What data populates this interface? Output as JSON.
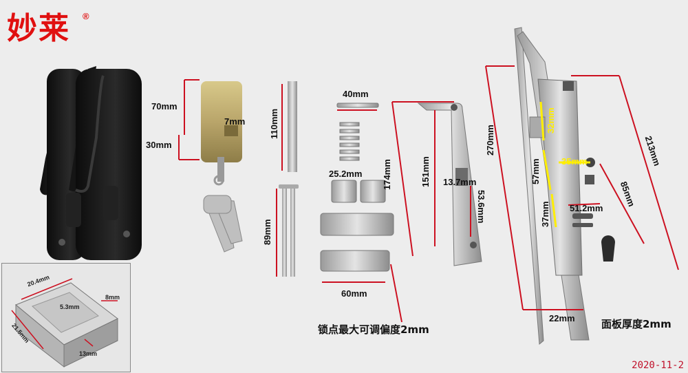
{
  "brand": {
    "name": "妙莱",
    "reg": "®"
  },
  "date": "2020-11-2",
  "dims": {
    "d70": "70mm",
    "d30": "30mm",
    "d7": "7mm",
    "d110": "110mm",
    "d89": "89mm",
    "d40": "40mm",
    "d25_2": "25.2mm",
    "d60": "60mm",
    "d174": "174mm",
    "d151": "151mm",
    "d13_7": "13.7mm",
    "d53_6": "53.6mm",
    "d270": "270mm",
    "d32": "32mm",
    "d35": "35mm",
    "d57": "57mm",
    "d37": "37mm",
    "d51_2": "51.2mm",
    "d85": "85mm",
    "d213": "213mm",
    "d22": "22mm"
  },
  "notes": {
    "lock_point": "锁点最大可调偏度2mm",
    "panel": "面板厚度2mm"
  },
  "inset": {
    "d20_4": "20.4mm",
    "d5_3": "5.3mm",
    "d8": "8mm",
    "d21_5": "21.5mm",
    "d13": "13mm"
  },
  "colors": {
    "dimension_line": "#cc1020",
    "brand": "#e01010",
    "highlight": "#ffee00"
  }
}
